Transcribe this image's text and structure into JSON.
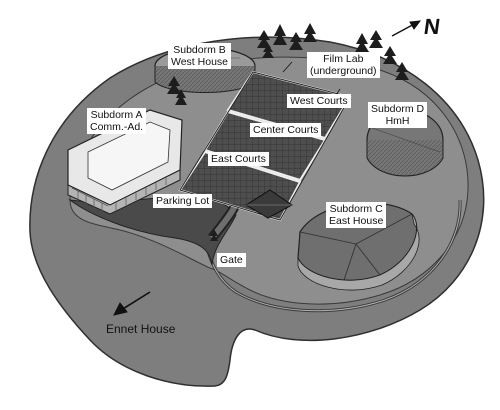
{
  "labels": {
    "subdorm_b": [
      "Subdorm B",
      "West House"
    ],
    "film_lab": [
      "Film Lab",
      "(underground)"
    ],
    "subdorm_a": [
      "Subdorm A",
      "Comm.-Ad."
    ],
    "west_courts": "West Courts",
    "center_courts": "Center Courts",
    "east_courts": "East Courts",
    "subdorm_d": [
      "Subdorm D",
      "HmH"
    ],
    "parking_lot": "Parking Lot",
    "subdorm_c": [
      "Subdorm C",
      "East House"
    ],
    "gate": "Gate",
    "ennet_house": "Ennet House"
  },
  "compass": {
    "direction": "N"
  },
  "colors": {
    "ground": "#7d7d7d",
    "ground_edge": "#3a3a3a",
    "wall": "#8a8a8a",
    "building_light": "#e9e9e9",
    "roof_dark": "#6a6a6a",
    "court": "#555555",
    "tree": "#1e1e1e"
  }
}
